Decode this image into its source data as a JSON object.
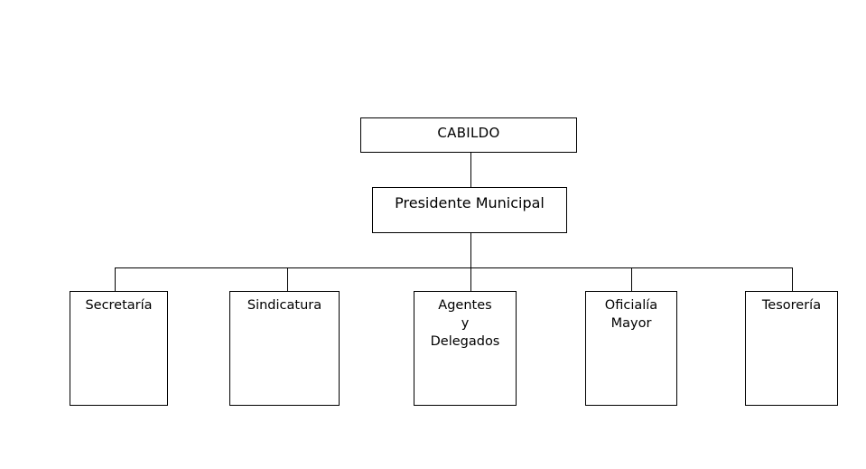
{
  "diagram": {
    "top": {
      "label": "CABILDO"
    },
    "middle": {
      "label": "Presidente Municipal"
    },
    "departments": [
      {
        "label": "Secretaría"
      },
      {
        "label": "Sindicatura"
      },
      {
        "label": "Agentes\ny\nDelegados"
      },
      {
        "label": "Oficialía\nMayor"
      },
      {
        "label": "Tesorería"
      }
    ]
  }
}
